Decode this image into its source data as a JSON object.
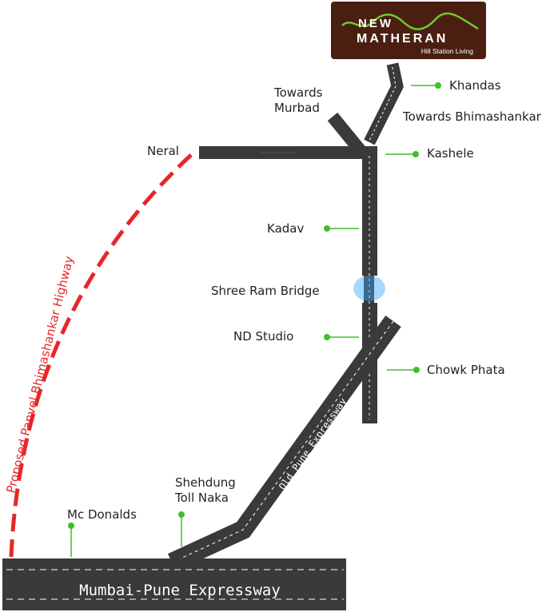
{
  "brand": {
    "line1": "NEW",
    "line2": "MATHERAN",
    "tagline": "Hill Station Living"
  },
  "roads": {
    "expressway": "Mumbai-Pune Expressway",
    "old_expressway": "Old Pune Expressway",
    "bhimashankar_road": "Towards Bhimashankar",
    "proposed_highway": "Proposed Panvel Bhimashankar Highway"
  },
  "places": {
    "khandas": "Khandas",
    "towards_murbad_1": "Towards",
    "towards_murbad_2": "Murbad",
    "towards_bhimashankar": "Towards Bhimashankar",
    "neral": "Neral",
    "kashele": "Kashele",
    "kadav": "Kadav",
    "bridge": "Shree Ram Bridge",
    "nd_studio": "ND Studio",
    "chowk_phata": "Chowk Phata",
    "shehdung_1": "Shehdung",
    "shehdung_2": "Toll Naka",
    "mcdonalds": "Mc Donalds"
  },
  "colors": {
    "road": "#3a3a3a",
    "marker": "#3fbf2a",
    "proposed": "#e8262a",
    "brand_bg": "#4a1f12",
    "brand_accent": "#6ccb2a",
    "bridge_glow": "#3aa8ff"
  }
}
